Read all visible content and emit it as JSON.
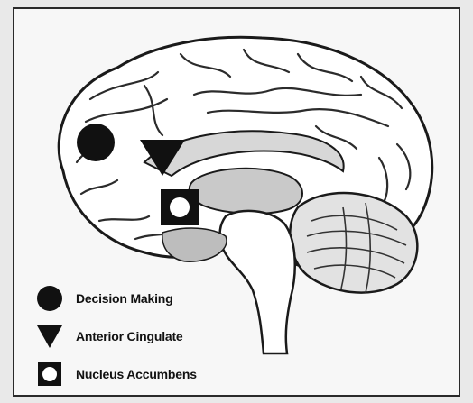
{
  "diagram": {
    "legend": [
      {
        "symbol": "filled-circle",
        "label": "Decision Making"
      },
      {
        "symbol": "filled-down-triangle",
        "label": "Anterior Cingulate"
      },
      {
        "symbol": "square-with-circle",
        "label": "Nucleus Accumbens"
      }
    ],
    "colors": {
      "background": "#e9e9e9",
      "panel": "#f7f7f7",
      "outline": "#1a1a1a",
      "marker": "#111111"
    }
  }
}
